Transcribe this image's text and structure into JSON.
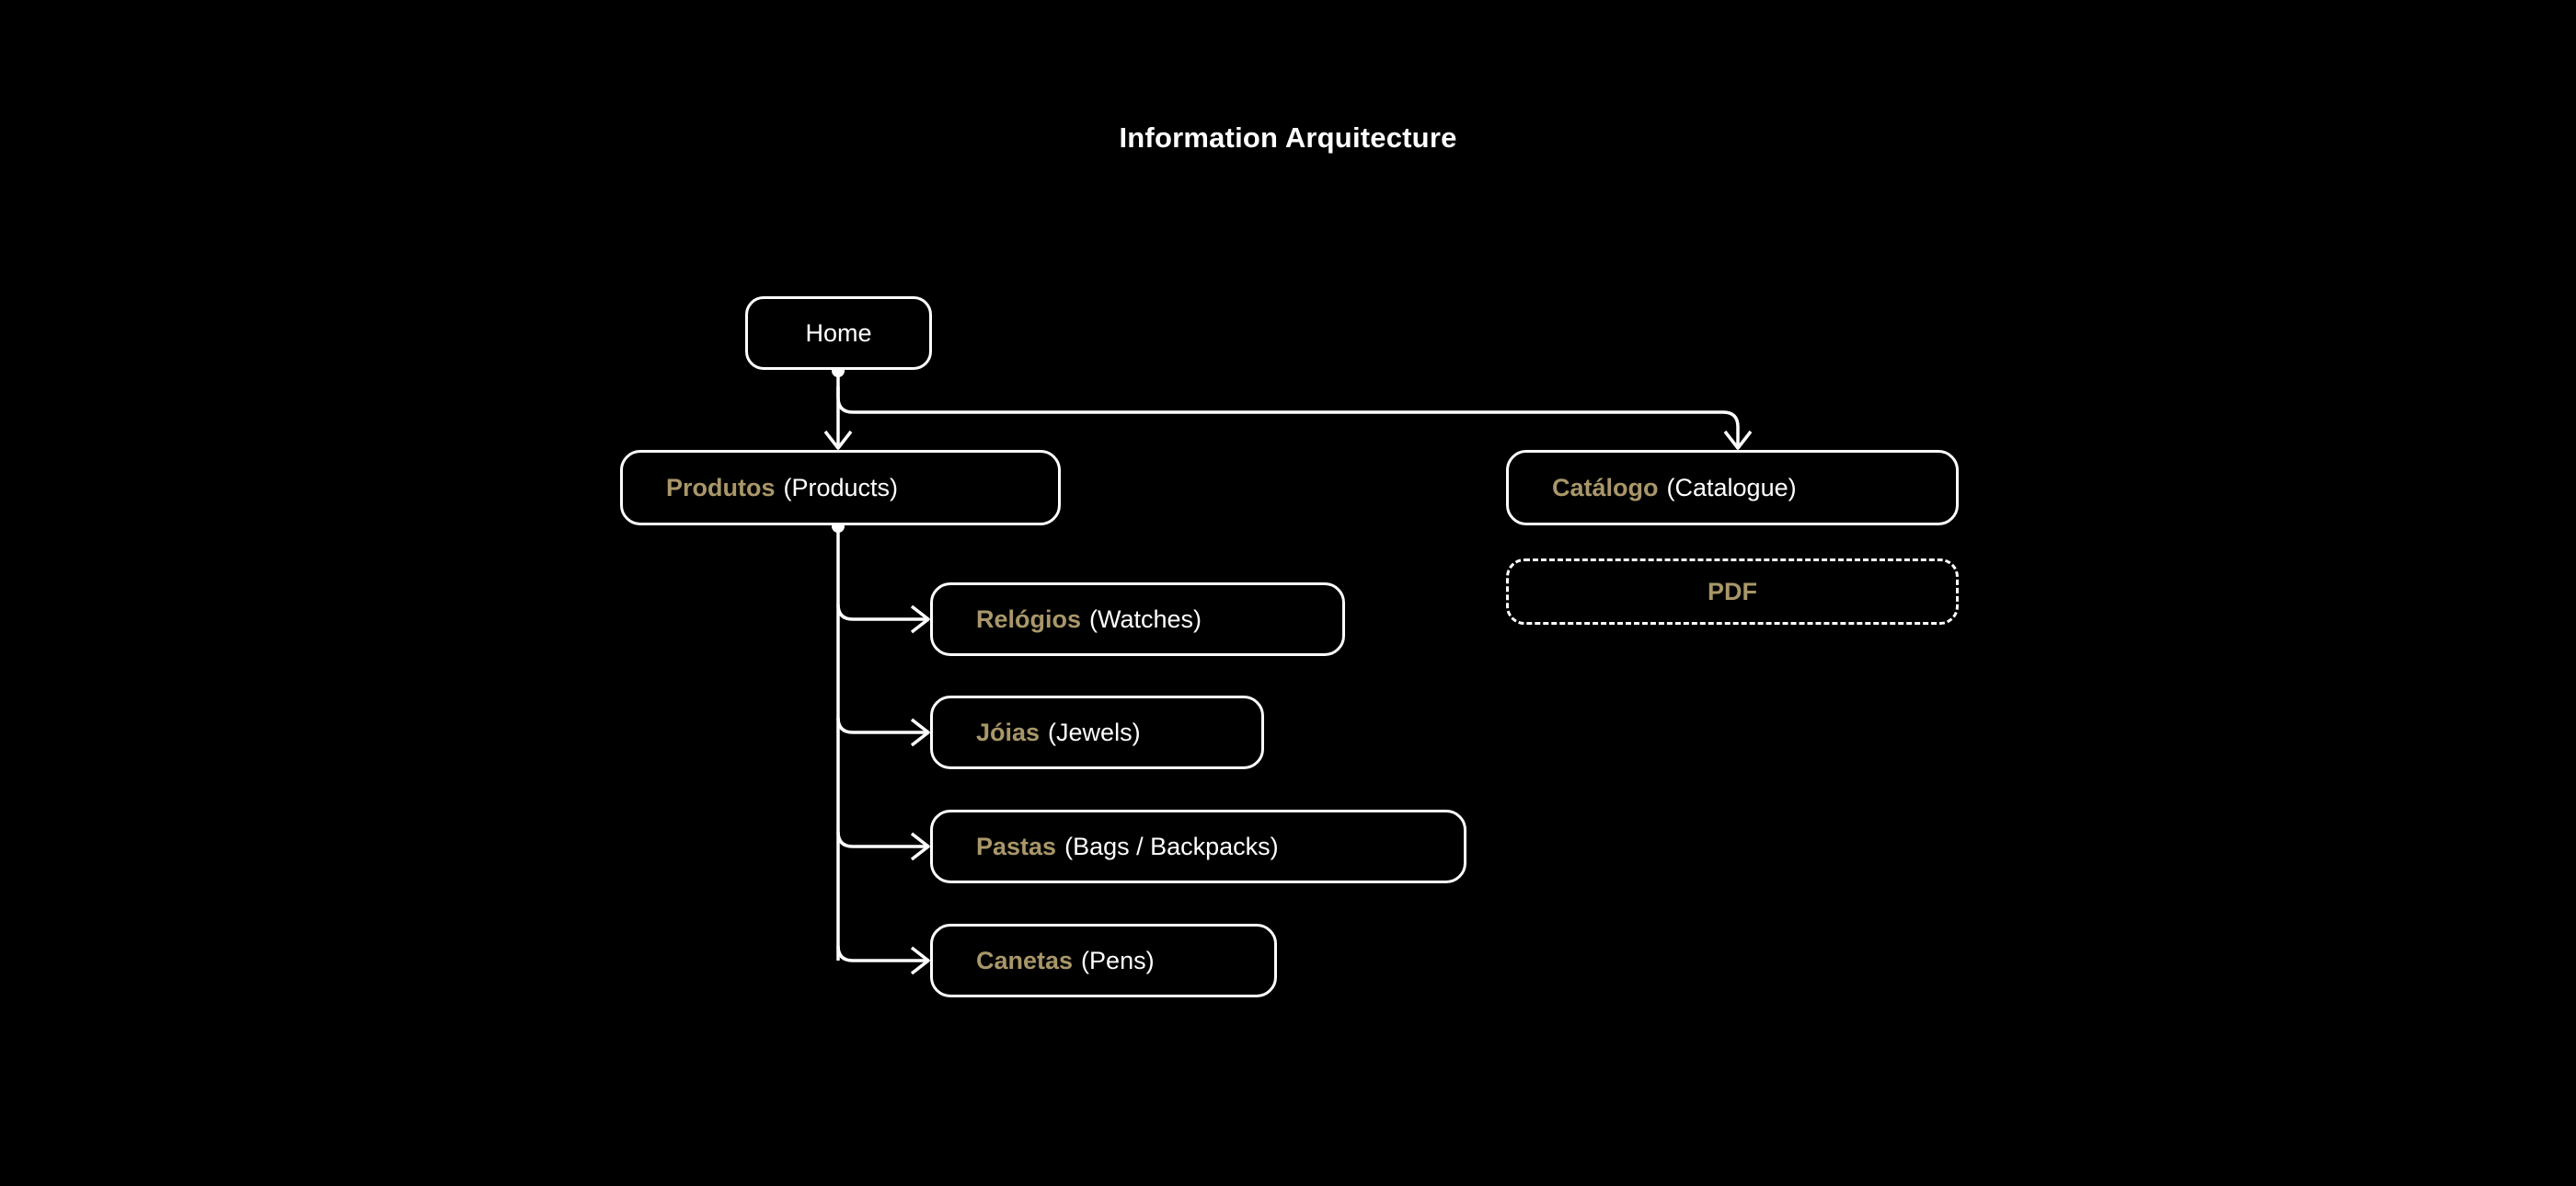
{
  "title": "Information Arquitecture",
  "colors": {
    "background": "#000000",
    "stroke": "#ffffff",
    "accent_gold": "#a99769",
    "text_white": "#ffffff"
  },
  "nodes": {
    "home": {
      "label": "Home",
      "style": "solid"
    },
    "produtos": {
      "label_pt": "Produtos",
      "label_en": "(Products)",
      "style": "solid"
    },
    "catalogo": {
      "label_pt": "Catálogo",
      "label_en": "(Catalogue)",
      "style": "solid"
    },
    "pdf": {
      "label": "PDF",
      "style": "dashed"
    },
    "relogios": {
      "label_pt": "Relógios",
      "label_en": "(Watches)",
      "style": "solid"
    },
    "joias": {
      "label_pt": "Jóias",
      "label_en": "(Jewels)",
      "style": "solid"
    },
    "pastas": {
      "label_pt": "Pastas",
      "label_en": "(Bags / Backpacks)",
      "style": "solid"
    },
    "canetas": {
      "label_pt": "Canetas",
      "label_en": "(Pens)",
      "style": "solid"
    }
  },
  "edges": [
    {
      "from": "home",
      "to": "produtos",
      "kind": "vertical-arrow"
    },
    {
      "from": "home",
      "to": "catalogo",
      "kind": "elbow-right-arrow"
    },
    {
      "from": "produtos",
      "to": "relogios",
      "kind": "elbow-right-arrow"
    },
    {
      "from": "produtos",
      "to": "joias",
      "kind": "elbow-right-arrow"
    },
    {
      "from": "produtos",
      "to": "pastas",
      "kind": "elbow-right-arrow"
    },
    {
      "from": "produtos",
      "to": "canetas",
      "kind": "elbow-right-arrow"
    }
  ]
}
